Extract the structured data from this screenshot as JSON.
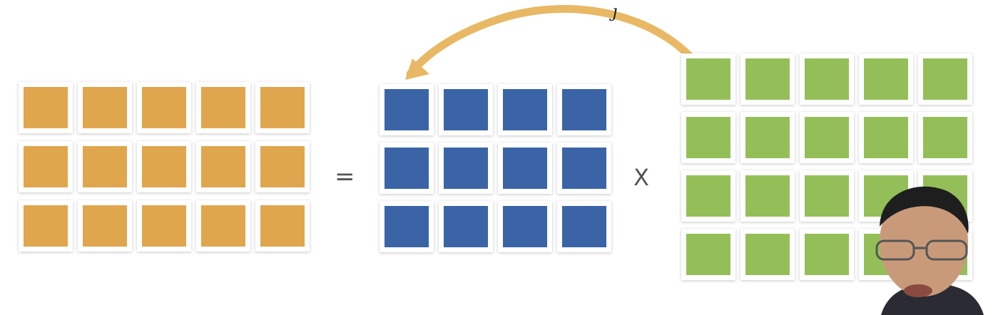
{
  "operators": {
    "equals": "=",
    "times": "X"
  },
  "arrow": {
    "label": "ȷ",
    "color": "#E8B864"
  },
  "matrices": {
    "result": {
      "rows": 3,
      "cols": 5,
      "color": "#E0A64E"
    },
    "left_factor": {
      "rows": 3,
      "cols": 4,
      "color": "#3A64A6"
    },
    "right_factor": {
      "rows": 4,
      "cols": 5,
      "color": "#94BF58"
    }
  },
  "presenter": {
    "icon": "presenter-webcam-icon"
  }
}
